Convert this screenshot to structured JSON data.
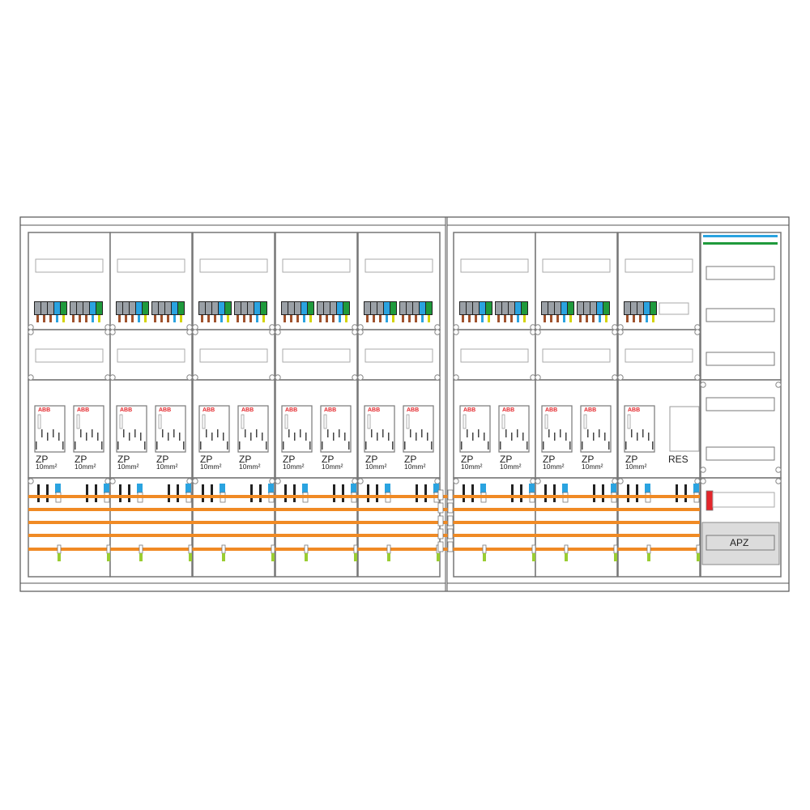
{
  "labels": {
    "zp": "ZP",
    "cross_section": "10mm²",
    "reserve": "RES",
    "apz": "APZ",
    "meter_brand": "ABB"
  },
  "colors": {
    "frame": "#6b6b6b",
    "busbar": "#f08a24",
    "neutral": "#2aa3e0",
    "earth": "#1f9a3c",
    "phase": "#9aa0a6",
    "brand": "#e3262b",
    "apz_fill": "#dcdcdc",
    "switch": "#e3262b"
  },
  "fields": [
    {
      "meters": [
        "ZP",
        "ZP"
      ],
      "terminal_blocks": 2
    },
    {
      "meters": [
        "ZP",
        "ZP"
      ],
      "terminal_blocks": 2
    },
    {
      "meters": [
        "ZP",
        "ZP"
      ],
      "terminal_blocks": 2
    },
    {
      "meters": [
        "ZP",
        "ZP"
      ],
      "terminal_blocks": 2
    },
    {
      "meters": [
        "ZP",
        "ZP"
      ],
      "terminal_blocks": 2
    },
    {
      "meters": [
        "ZP",
        "ZP"
      ],
      "terminal_blocks": 2
    },
    {
      "meters": [
        "ZP",
        "ZP"
      ],
      "terminal_blocks": 2
    },
    {
      "meters": [
        "ZP",
        "RES"
      ],
      "terminal_blocks": 1
    }
  ]
}
